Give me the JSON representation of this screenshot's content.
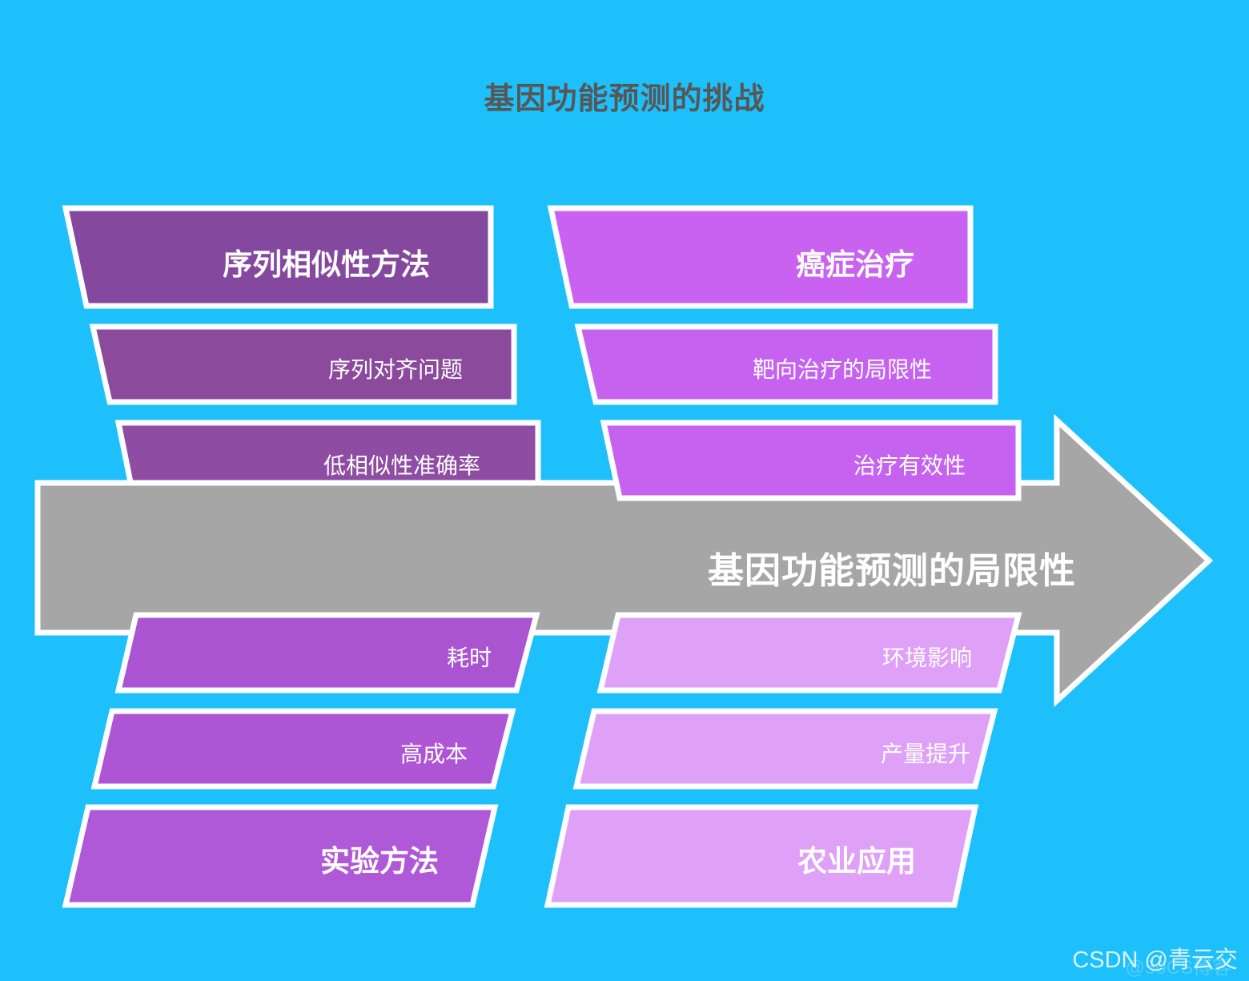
{
  "page": {
    "title": "基因功能预测的挑战",
    "background_color": "#1ec0fb",
    "title_color": "#575757"
  },
  "arrow": {
    "label": "基因功能预测的局限性",
    "fill": "#a6a6a6",
    "stroke": "#ffffff",
    "text_color": "#ffffff"
  },
  "left_column": [
    {
      "label": "序列相似性方法",
      "fill": "#84499E",
      "emphasis": "bold"
    },
    {
      "label": "序列对齐问题",
      "fill": "#8B4A9C",
      "emphasis": "regular"
    },
    {
      "label": "低相似性准确率",
      "fill": "#8E4CA3",
      "emphasis": "regular"
    },
    {
      "label": "耗时",
      "fill": "#AA54D2",
      "emphasis": "regular"
    },
    {
      "label": "高成本",
      "fill": "#AE55D6",
      "emphasis": "regular"
    },
    {
      "label": "实验方法",
      "fill": "#AF58D8",
      "emphasis": "bold"
    }
  ],
  "right_column": [
    {
      "label": "癌症治疗",
      "fill": "#C962F0",
      "emphasis": "bold"
    },
    {
      "label": "靶向治疗的局限性",
      "fill": "#C563F0",
      "emphasis": "regular"
    },
    {
      "label": "治疗有效性",
      "fill": "#C563F0",
      "emphasis": "regular"
    },
    {
      "label": "环境影响",
      "fill": "#DFA0F7",
      "emphasis": "regular"
    },
    {
      "label": "产量提升",
      "fill": "#DFA0F7",
      "emphasis": "regular"
    },
    {
      "label": "农业应用",
      "fill": "#DFA0F7",
      "emphasis": "bold"
    }
  ],
  "watermark": {
    "text": "CSDN @青云交",
    "ghost": "@50CS博客"
  }
}
